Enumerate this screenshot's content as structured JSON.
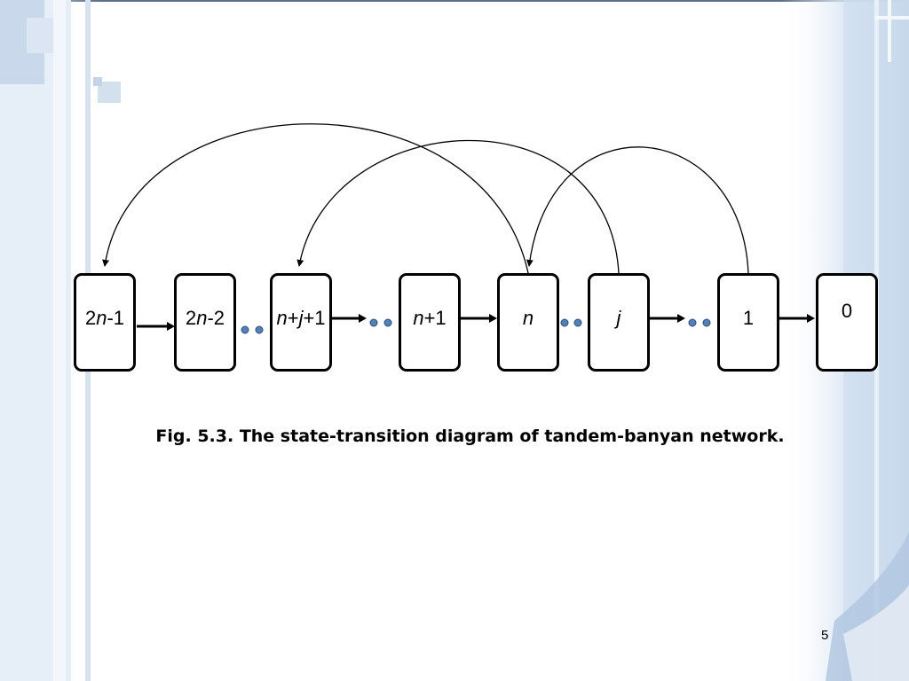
{
  "slide": {
    "caption": "Fig. 5.3. The state-transition diagram of tandem-banyan network.",
    "page_number": "5",
    "colors": {
      "background": "#ffffff",
      "decor_blue_light": "#dde8f4",
      "decor_blue_mid": "#b8cde6",
      "ellipsis_dot_fill": "#4f81bd",
      "ellipsis_dot_stroke": "#2c4d75",
      "stroke": "#000000"
    }
  },
  "diagram": {
    "states": [
      {
        "id": "s_2n_1",
        "parts": [
          {
            "t": "2"
          },
          {
            "t": "n",
            "i": true
          },
          {
            "t": "-1"
          }
        ]
      },
      {
        "id": "s_2n_2",
        "parts": [
          {
            "t": "2"
          },
          {
            "t": "n",
            "i": true
          },
          {
            "t": "-2"
          }
        ]
      },
      {
        "id": "s_nj1",
        "parts": [
          {
            "t": "n",
            "i": true
          },
          {
            "t": "+"
          },
          {
            "t": "j",
            "i": true
          },
          {
            "t": "+1"
          }
        ]
      },
      {
        "id": "s_n1",
        "parts": [
          {
            "t": "n",
            "i": true
          },
          {
            "t": "+1"
          }
        ]
      },
      {
        "id": "s_n",
        "parts": [
          {
            "t": "n",
            "i": true
          }
        ]
      },
      {
        "id": "s_j",
        "parts": [
          {
            "t": "j",
            "i": true
          }
        ]
      },
      {
        "id": "s_1",
        "parts": [
          {
            "t": "1"
          }
        ]
      },
      {
        "id": "s_0",
        "parts": [
          {
            "t": "0"
          }
        ]
      }
    ],
    "transitions": [
      {
        "from": "s_2n_1",
        "to": "s_2n_2",
        "kind": "step"
      },
      {
        "from": "s_nj1",
        "to": "s_n1",
        "kind": "step-with-ellipsis"
      },
      {
        "from": "s_n1",
        "to": "s_n",
        "kind": "step"
      },
      {
        "from": "s_j",
        "to": "s_1",
        "kind": "step-with-ellipsis"
      },
      {
        "from": "s_1",
        "to": "s_0",
        "kind": "step"
      },
      {
        "from": "s_n",
        "to": "s_2n_1",
        "kind": "arc"
      },
      {
        "from": "s_j",
        "to": "s_nj1",
        "kind": "arc"
      },
      {
        "from": "s_1",
        "to": "s_n",
        "kind": "arc"
      }
    ]
  }
}
